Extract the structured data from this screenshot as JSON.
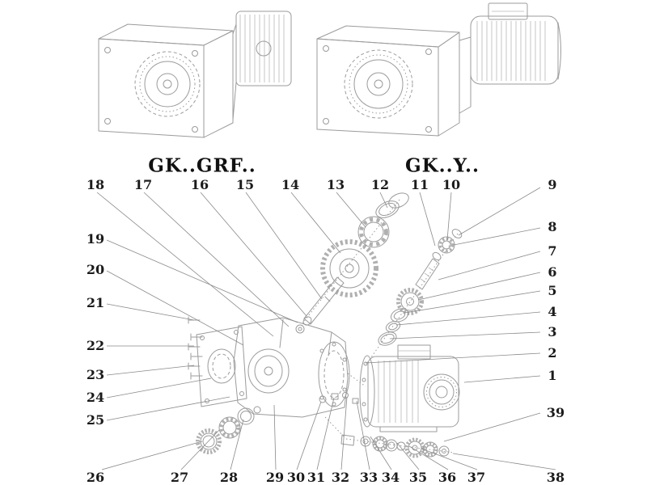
{
  "canvas": {
    "background": "#ffffff",
    "line_color": "#9b9b9b",
    "leader_line_color": "#8a8a8a",
    "text_color": "#1b1b1b"
  },
  "titles": {
    "left_model": "GK..GRF..",
    "right_model": "GK..Y.."
  },
  "callouts": [
    {
      "label": "1"
    },
    {
      "label": "2"
    },
    {
      "label": "3"
    },
    {
      "label": "4"
    },
    {
      "label": "5"
    },
    {
      "label": "6"
    },
    {
      "label": "7"
    },
    {
      "label": "8"
    },
    {
      "label": "9"
    },
    {
      "label": "10"
    },
    {
      "label": "11"
    },
    {
      "label": "12"
    },
    {
      "label": "13"
    },
    {
      "label": "14"
    },
    {
      "label": "15"
    },
    {
      "label": "16"
    },
    {
      "label": "17"
    },
    {
      "label": "18"
    },
    {
      "label": "19"
    },
    {
      "label": "20"
    },
    {
      "label": "21"
    },
    {
      "label": "22"
    },
    {
      "label": "23"
    },
    {
      "label": "24"
    },
    {
      "label": "25"
    },
    {
      "label": "26"
    },
    {
      "label": "27"
    },
    {
      "label": "28"
    },
    {
      "label": "29"
    },
    {
      "label": "30"
    },
    {
      "label": "31"
    },
    {
      "label": "32"
    },
    {
      "label": "33"
    },
    {
      "label": "34"
    },
    {
      "label": "35"
    },
    {
      "label": "36"
    },
    {
      "label": "37"
    },
    {
      "label": "38"
    },
    {
      "label": "39"
    }
  ]
}
